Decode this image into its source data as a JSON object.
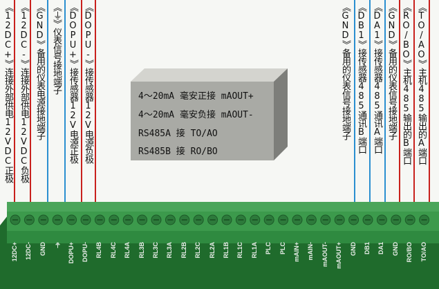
{
  "left_labels": [
    "《12DC+》连接外部供电12VDC正极",
    "《12DC-》连接外部供电12VDC负极",
    "《GND》备用的仪表电源接地端子",
    "《⏚》仪表信号接地端子",
    "《DOPU+》接传感器12V电源正极",
    "《DOPU-》接传感器12V电源负极"
  ],
  "right_labels": [
    "《GND》备用的仪表信号接地端子",
    "《DB1》接传感器485通讯B端口",
    "《DA1》接传感器485通讯A端口",
    "《GND》备用的仪表信号接地端子",
    "《RO/BO》主机485输出的B端口",
    "《TO/AO》主机485输出的A端口"
  ],
  "note_lines": [
    "4～20mA 毫安正接 mAOUT+",
    "4～20mA 毫安负接 mAOUT-",
    "RS485A 接 TO/AO",
    "RS485B 接 RO/BO"
  ],
  "silk_labels": [
    "12DC+",
    "12DC-",
    "GND",
    "⏚",
    "DOPU+",
    "DOPU-",
    "RL4B",
    "RL4C",
    "RL4A",
    "RL3B",
    "RL3C",
    "RL3A",
    "RL2B",
    "RL2C",
    "RL2A",
    "RL1B",
    "RL1C",
    "RL1A",
    "PLC",
    "PLC",
    "mAIN+",
    "mAIN-",
    "mAOUT-",
    "mAOUT+",
    "GND",
    "DB1",
    "DA1",
    "GND",
    "RO/BO",
    "TO/AO"
  ],
  "colors": {
    "wire_red": "#c8201c",
    "wire_blue": "#2a8fd0",
    "terminal_green": "#3c9a4c",
    "pcb_green": "#1f6b2c"
  }
}
